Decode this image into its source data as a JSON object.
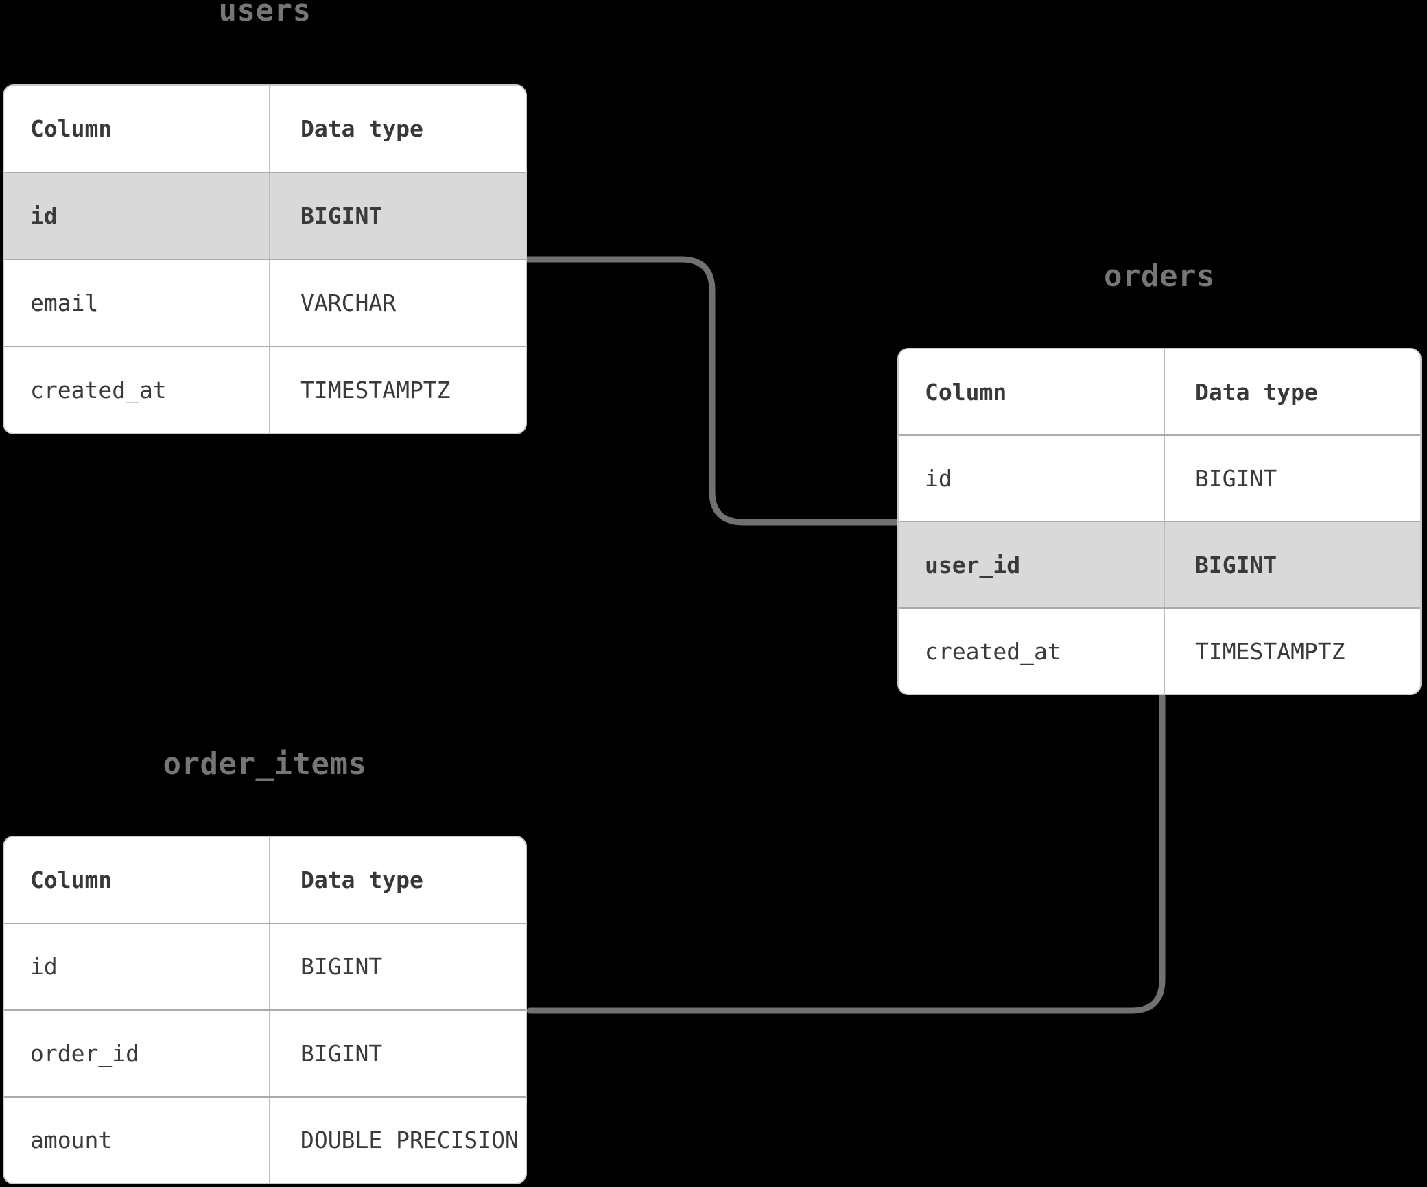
{
  "diagram": {
    "kind": "database-schema",
    "colors": {
      "background": "#000000",
      "table_background": "#ffffff",
      "highlight_row": "#d9d9d9",
      "row_border": "#ababab",
      "table_border": "#c9c9c9",
      "connector": "#717171",
      "title_text": "#767676",
      "cell_text": "#3a3a3a"
    }
  },
  "tables": {
    "users": {
      "title": "users",
      "headers": [
        "Column",
        "Data type"
      ],
      "rows": [
        {
          "column": "id",
          "type": "BIGINT",
          "highlighted": true
        },
        {
          "column": "email",
          "type": "VARCHAR",
          "highlighted": false
        },
        {
          "column": "created_at",
          "type": "TIMESTAMPTZ",
          "highlighted": false
        }
      ]
    },
    "orders": {
      "title": "orders",
      "headers": [
        "Column",
        "Data type"
      ],
      "rows": [
        {
          "column": "id",
          "type": "BIGINT",
          "highlighted": false
        },
        {
          "column": "user_id",
          "type": "BIGINT",
          "highlighted": true
        },
        {
          "column": "created_at",
          "type": "TIMESTAMPTZ",
          "highlighted": false
        }
      ]
    },
    "order_items": {
      "title": "order_items",
      "headers": [
        "Column",
        "Data type"
      ],
      "rows": [
        {
          "column": "id",
          "type": "BIGINT",
          "highlighted": false
        },
        {
          "column": "order_id",
          "type": "BIGINT",
          "highlighted": false
        },
        {
          "column": "amount",
          "type": "DOUBLE PRECISION",
          "highlighted": false
        }
      ]
    }
  },
  "relationships": [
    {
      "from_table": "users",
      "from_column": "id",
      "to_table": "orders",
      "to_column": "user_id"
    },
    {
      "from_table": "orders",
      "from_column": "id",
      "to_table": "order_items",
      "to_column": "order_id"
    }
  ]
}
